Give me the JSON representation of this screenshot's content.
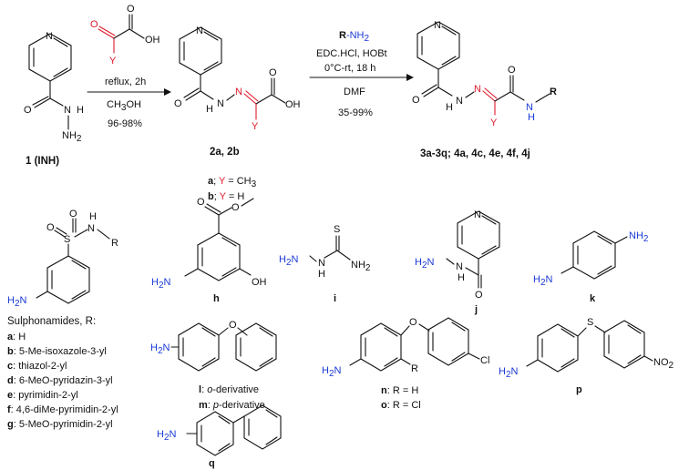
{
  "reaction": {
    "reagent1_oh": "OH",
    "reagent1_y": "Y",
    "cond1_line1": "reflux, 2h",
    "cond1_line2": "CH3OH",
    "cond1_line3": "96-98%",
    "reagent2_r": "R",
    "reagent2_nh2": "-NH2",
    "cond2_line1": "EDC.HCl, HOBt",
    "cond2_line2": "0°C-rt, 18 h",
    "cond2_line3": "DMF",
    "cond2_line4": "35-99%"
  },
  "compound1": {
    "label": "1 (INH)",
    "n": "N",
    "o": "O",
    "nh": "N",
    "h": "H",
    "nh2": "NH2"
  },
  "compound2": {
    "label": "2a, 2b",
    "variant_a": "a; Y = CH3",
    "variant_b": "b; Y = H",
    "o": "O",
    "oh": "OH",
    "y": "Y"
  },
  "compound3": {
    "label": "3a-3q; 4a, 4c, 4e, 4f, 4j",
    "r": "R",
    "o": "O",
    "y": "Y"
  },
  "sulphonamides": {
    "heading": "Sulphonamides, R:",
    "items": [
      {
        "key": "a",
        "text": "H"
      },
      {
        "key": "b",
        "text": "5-Me-isoxazole-3-yl"
      },
      {
        "key": "c",
        "text": "thiazol-2-yl"
      },
      {
        "key": "d",
        "text": "6-MeO-pyridazin-3-yl"
      },
      {
        "key": "e",
        "text": "pyrimidin-2-yl"
      },
      {
        "key": "f",
        "text": "4,6-diMe-pyrimidin-2-yl"
      },
      {
        "key": "g",
        "text": "5-MeO-pyrimidin-2-yl"
      }
    ]
  },
  "amines": {
    "h": {
      "label": "h",
      "oh": "OH",
      "o": "O"
    },
    "i": {
      "label": "i",
      "s": "S",
      "h2n": "H2N",
      "nh2": "NH2"
    },
    "j": {
      "label": "j",
      "n": "N",
      "o": "O"
    },
    "k": {
      "label": "k",
      "nh2": "NH2",
      "h2n": "H2N"
    },
    "lm": {
      "o_deriv": "l: o-derivative",
      "p_deriv": "m: p-derivative",
      "o": "O"
    },
    "no": {
      "n_text": "n: R = H",
      "o_text": "o: R = Cl",
      "o": "O",
      "cl": "Cl",
      "r": "R"
    },
    "p": {
      "label": "p",
      "s": "S",
      "no2": "NO2"
    },
    "q": {
      "label": "q"
    }
  }
}
